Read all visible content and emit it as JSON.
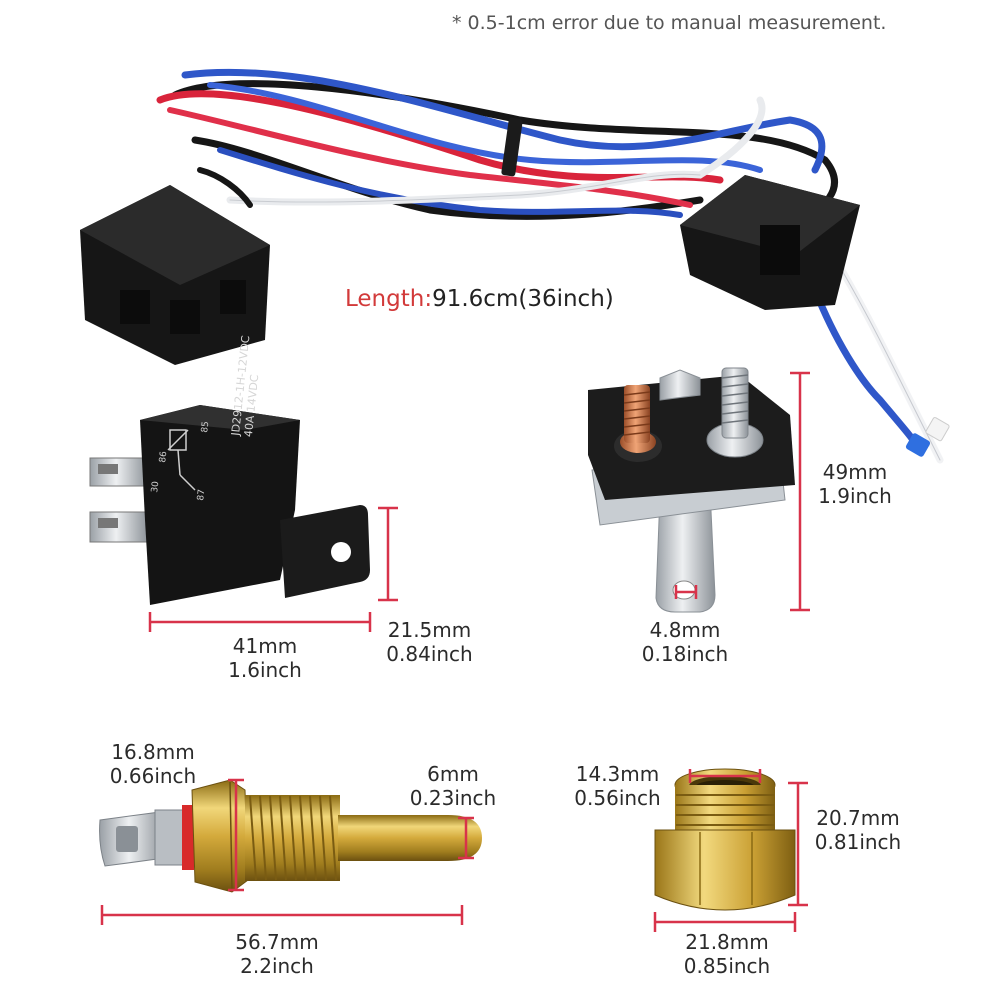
{
  "note": "* 0.5-1cm error due to manual measurement.",
  "length": {
    "label": "Length:",
    "value": "91.6cm(36inch)"
  },
  "relay": {
    "markings": {
      "model": "JD2912-1H-12VDC",
      "rating": "40A 14VDC",
      "pin85": "85",
      "pin86": "86",
      "pin87": "87",
      "pin30": "30"
    },
    "width_mm": "41mm",
    "width_in": "1.6inch",
    "height_mm": "21.5mm",
    "height_in": "0.84inch"
  },
  "breaker": {
    "height_mm": "49mm",
    "height_in": "1.9inch",
    "hole_mm": "4.8mm",
    "hole_in": "0.18inch"
  },
  "sensor": {
    "dia_mm": "16.8mm",
    "dia_in": "0.66inch",
    "tip_mm": "6mm",
    "tip_in": "0.23inch",
    "len_mm": "56.7mm",
    "len_in": "2.2inch"
  },
  "adapter": {
    "inner_mm": "14.3mm",
    "inner_in": "0.56inch",
    "height_mm": "20.7mm",
    "height_in": "0.81inch",
    "width_mm": "21.8mm",
    "width_in": "0.85inch"
  },
  "colors": {
    "dimension": "#d8334a",
    "brass": "#d6ad3c",
    "relay": "#1a1a1a"
  }
}
